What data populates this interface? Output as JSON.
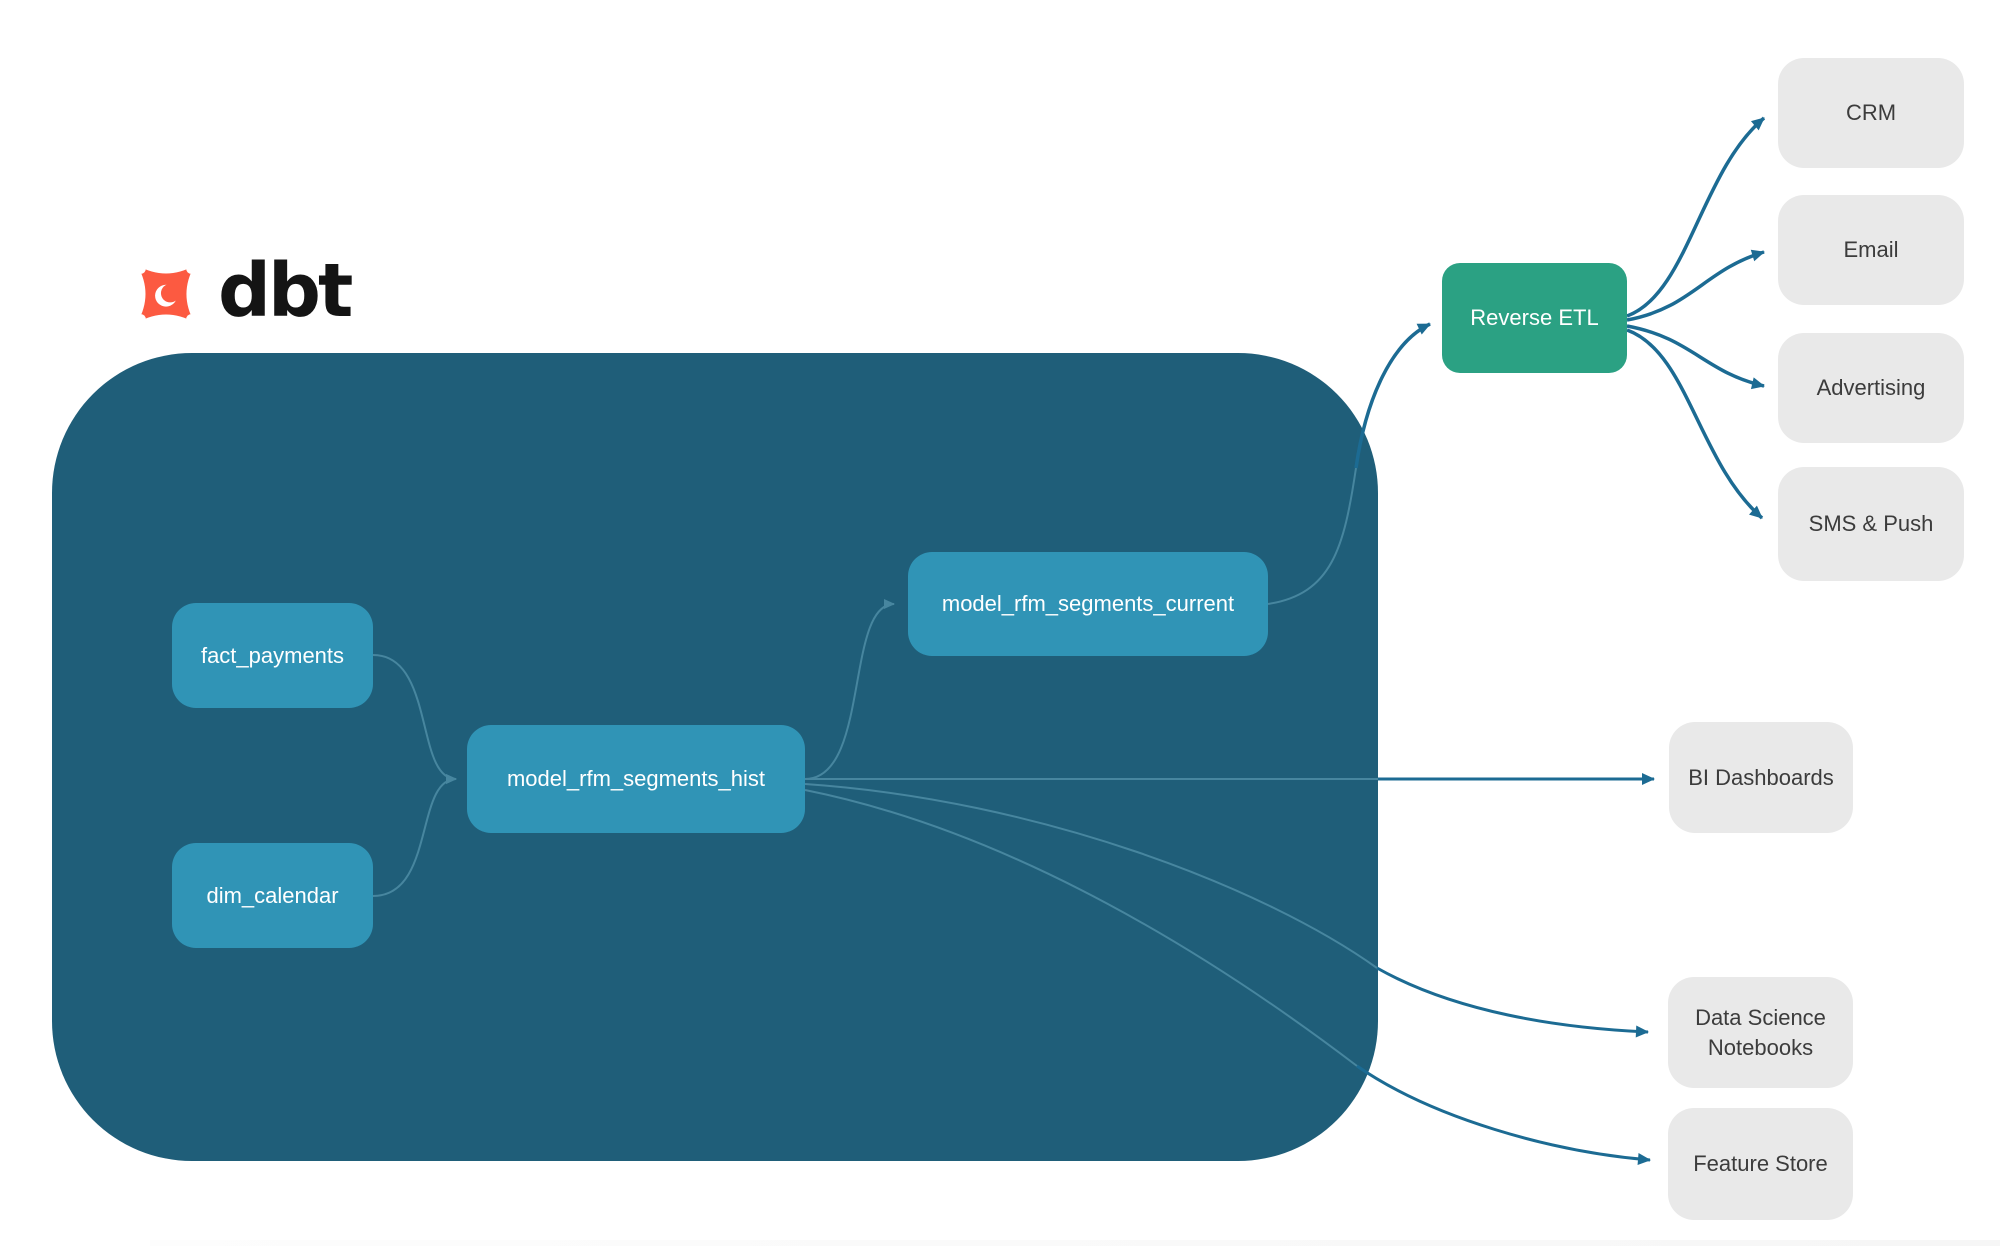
{
  "diagram": {
    "logo": {
      "brand": "dbt"
    },
    "nodes": {
      "fact_payments": {
        "label": "fact_payments",
        "kind": "warehouse-table"
      },
      "dim_calendar": {
        "label": "dim_calendar",
        "kind": "warehouse-table"
      },
      "model_rfm_segments_hist": {
        "label": "model_rfm_segments_hist",
        "kind": "dbt-model"
      },
      "model_rfm_segments_current": {
        "label": "model_rfm_segments_current",
        "kind": "dbt-model"
      },
      "reverse_etl": {
        "label": "Reverse ETL",
        "kind": "process"
      },
      "crm": {
        "label": "CRM",
        "kind": "destination"
      },
      "email": {
        "label": "Email",
        "kind": "destination"
      },
      "advertising": {
        "label": "Advertising",
        "kind": "destination"
      },
      "sms_push": {
        "label": "SMS & Push",
        "kind": "destination"
      },
      "bi_dashboards": {
        "label": "BI Dashboards",
        "kind": "destination"
      },
      "data_science_notebooks": {
        "label": "Data Science Notebooks",
        "kind": "destination"
      },
      "feature_store": {
        "label": "Feature Store",
        "kind": "destination"
      }
    },
    "edges": [
      {
        "from": "fact_payments",
        "to": "model_rfm_segments_hist"
      },
      {
        "from": "dim_calendar",
        "to": "model_rfm_segments_hist"
      },
      {
        "from": "model_rfm_segments_hist",
        "to": "model_rfm_segments_current"
      },
      {
        "from": "model_rfm_segments_current",
        "to": "reverse_etl"
      },
      {
        "from": "reverse_etl",
        "to": "crm"
      },
      {
        "from": "reverse_etl",
        "to": "email"
      },
      {
        "from": "reverse_etl",
        "to": "advertising"
      },
      {
        "from": "reverse_etl",
        "to": "sms_push"
      },
      {
        "from": "model_rfm_segments_hist",
        "to": "bi_dashboards"
      },
      {
        "from": "model_rfm_segments_hist",
        "to": "data_science_notebooks"
      },
      {
        "from": "model_rfm_segments_hist",
        "to": "feature_store"
      }
    ],
    "colors": {
      "warehouse_bg": "#1F5E79",
      "model_node": "#3094B6",
      "reverse_etl_node": "#2BA183",
      "destination_node": "#E9E9E9",
      "destination_text": "#3C3C3C",
      "edge_outside": "#1C6B93",
      "edge_inside": "#47869F",
      "logo_orange": "#FC5A41"
    }
  }
}
